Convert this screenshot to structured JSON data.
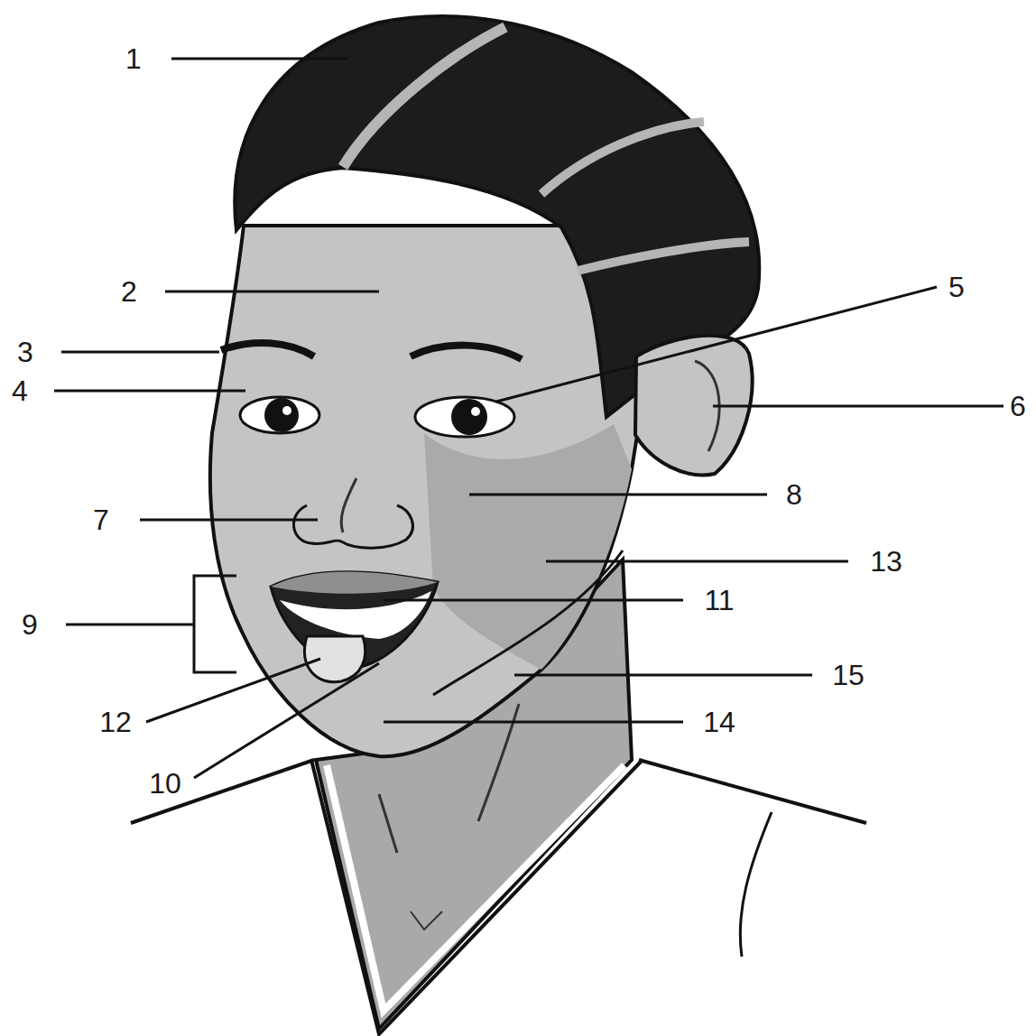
{
  "diagram": {
    "labels": [
      "1",
      "2",
      "5",
      "3",
      "6",
      "4",
      "8",
      "7",
      "13",
      "11",
      "9",
      "15",
      "12",
      "14",
      "10"
    ]
  }
}
